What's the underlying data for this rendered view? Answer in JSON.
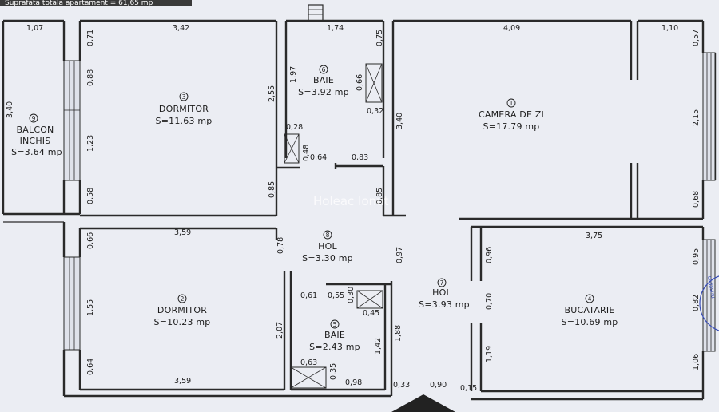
{
  "header": {
    "text": "Suprafata totala apartament = 61,65 mp"
  },
  "watermark": "Holeac Ionut",
  "rooms": [
    {
      "num": "9",
      "name": "BALCON",
      "name2": "INCHIS",
      "area": "S=3.64 mp"
    },
    {
      "num": "3",
      "name": "DORMITOR",
      "area": "S=11.63 mp"
    },
    {
      "num": "6",
      "name": "BAIE",
      "area": "S=3.92 mp"
    },
    {
      "num": "1",
      "name": "CAMERA DE ZI",
      "area": "S=17.79 mp"
    },
    {
      "num": "8",
      "name": "HOL",
      "area": "S=3.30 mp"
    },
    {
      "num": "2",
      "name": "DORMITOR",
      "area": "S=10.23 mp"
    },
    {
      "num": "5",
      "name": "BAIE",
      "area": "S=2.43 mp"
    },
    {
      "num": "7",
      "name": "HOL",
      "area": "S=3.93 mp"
    },
    {
      "num": "4",
      "name": "BUCATARIE",
      "area": "S=10.69 mp"
    }
  ],
  "dims": {
    "balcon_top": "1,07",
    "balcon_side": "3,40",
    "d3_top": "3,42",
    "d3_w1": "0,71",
    "d3_w2": "0,88",
    "d3_w3": "1,23",
    "d3_w4": "0,58",
    "d3_e1": "2,55",
    "d3_e2": "0,85",
    "b6_top": "1,74",
    "b6_l": "1,97",
    "b6_r1": "0,75",
    "b6_r2": "0,66",
    "b6_r3": "0,32",
    "b6_c1": "0,28",
    "b6_c2": "0,48",
    "b6_b1": "0,64",
    "b6_b2": "0,83",
    "cz_top": "4,09",
    "cz_top2": "1,10",
    "cz_l": "3,40",
    "cz_r1": "0,57",
    "cz_r2": "2,15",
    "cz_r3": "0,68",
    "hol8_l": "0,78",
    "hol8_r": "0,85",
    "hol8_r2": "0,97",
    "d2_top": "3,59",
    "d2_bot": "3,59",
    "d2_w1": "0,66",
    "d2_w2": "1,55",
    "d2_w3": "0,64",
    "d2_e": "2,07",
    "b5_t1": "0,61",
    "b5_t2": "0,55",
    "b5_t3": "0,30",
    "b5_t4": "0,45",
    "b5_r": "1,42",
    "b5_b1": "0,63",
    "b5_b2": "0,35",
    "b5_b3": "0,98",
    "b5_e": "1,88",
    "h7_b1": "0,33",
    "h7_b2": "0,90",
    "h7_b3": "0,15",
    "bc_top": "3,75",
    "bc_l1": "0,96",
    "bc_l2": "0,70",
    "bc_l3": "1,19",
    "bc_r1": "0,95",
    "bc_r2": "0,82",
    "bc_r3": "1,06"
  },
  "stamp": {
    "text": "cadastru"
  }
}
